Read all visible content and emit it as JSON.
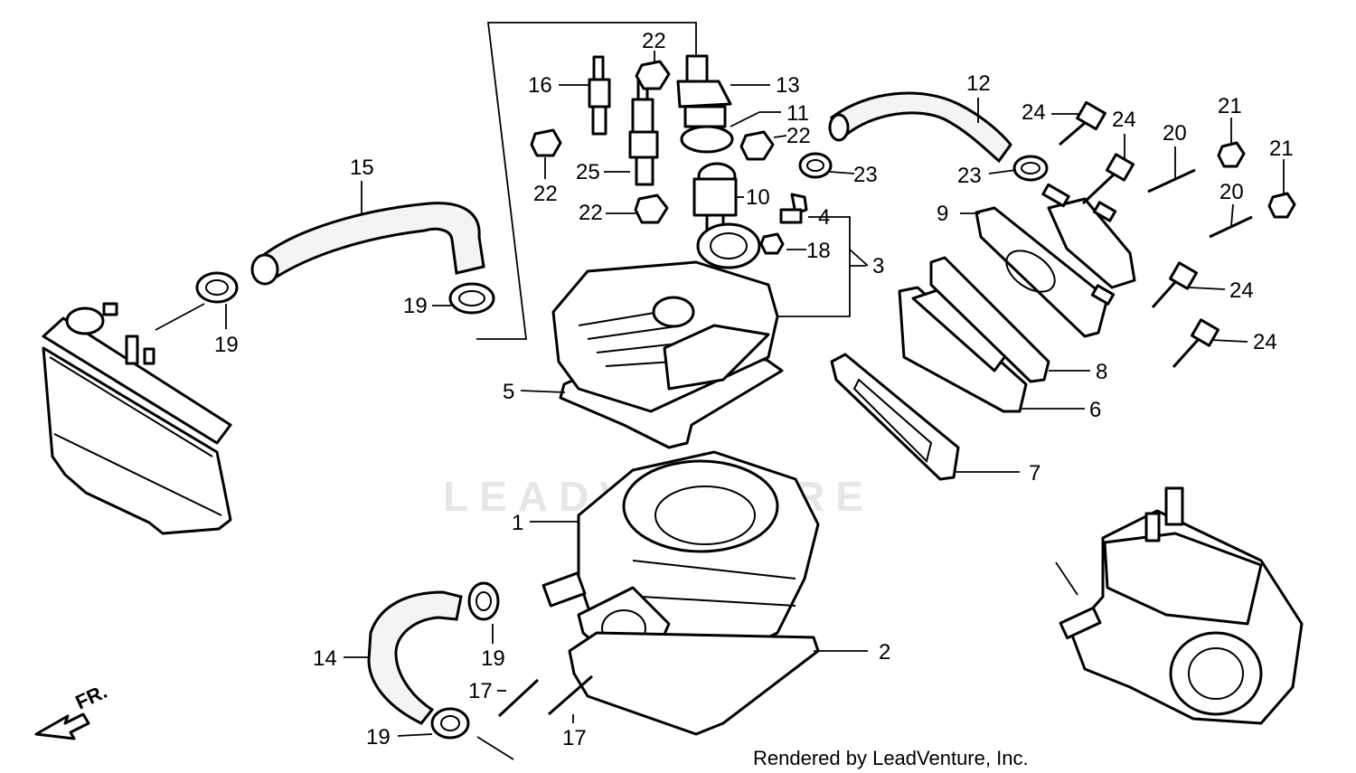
{
  "watermark": "LEADVENTURE",
  "footer": "Rendered by LeadVenture, Inc.",
  "front_marker": "FR.",
  "callouts": [
    {
      "id": "c22a",
      "label": "22"
    },
    {
      "id": "c16",
      "label": "16"
    },
    {
      "id": "c13",
      "label": "13"
    },
    {
      "id": "c11",
      "label": "11"
    },
    {
      "id": "c22b",
      "label": "22"
    },
    {
      "id": "c22c",
      "label": "22"
    },
    {
      "id": "c25",
      "label": "25"
    },
    {
      "id": "c22d",
      "label": "22"
    },
    {
      "id": "c10",
      "label": "10"
    },
    {
      "id": "c23a",
      "label": "23"
    },
    {
      "id": "c12",
      "label": "12"
    },
    {
      "id": "c24a",
      "label": "24"
    },
    {
      "id": "c24b",
      "label": "24"
    },
    {
      "id": "c21a",
      "label": "21"
    },
    {
      "id": "c21b",
      "label": "21"
    },
    {
      "id": "c20a",
      "label": "20"
    },
    {
      "id": "c20b",
      "label": "20"
    },
    {
      "id": "c23b",
      "label": "23"
    },
    {
      "id": "c9",
      "label": "9"
    },
    {
      "id": "c4",
      "label": "4"
    },
    {
      "id": "c18",
      "label": "18"
    },
    {
      "id": "c3",
      "label": "3"
    },
    {
      "id": "c15",
      "label": "15"
    },
    {
      "id": "c19a",
      "label": "19"
    },
    {
      "id": "c19b",
      "label": "19"
    },
    {
      "id": "c24c",
      "label": "24"
    },
    {
      "id": "c24d",
      "label": "24"
    },
    {
      "id": "c8",
      "label": "8"
    },
    {
      "id": "c5",
      "label": "5"
    },
    {
      "id": "c6",
      "label": "6"
    },
    {
      "id": "c7",
      "label": "7"
    },
    {
      "id": "c1",
      "label": "1"
    },
    {
      "id": "c2",
      "label": "2"
    },
    {
      "id": "c14",
      "label": "14"
    },
    {
      "id": "c19c",
      "label": "19"
    },
    {
      "id": "c17a",
      "label": "17"
    },
    {
      "id": "c17b",
      "label": "17"
    },
    {
      "id": "c19d",
      "label": "19"
    }
  ]
}
